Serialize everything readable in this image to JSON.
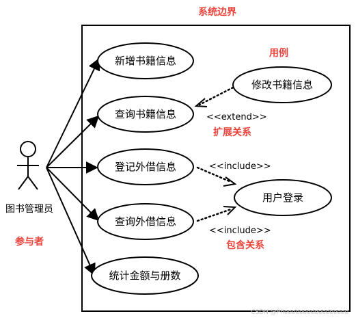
{
  "system_boundary_label": "系统边界",
  "use_case_label": "用例",
  "actor": {
    "name": "图书管理员",
    "label": "参与者"
  },
  "use_cases": {
    "add_book": "新增书籍信息",
    "modify_book": "修改书籍信息",
    "query_book": "查询书籍信息",
    "register_loan": "登记外借信息",
    "user_login": "用户登录",
    "query_loan": "查询外借信息",
    "statistics": "统计金额与册数"
  },
  "relations": {
    "extend": "<<extend>>",
    "extend_label": "扩展关系",
    "include_1": "<<include>>",
    "include_2": "<<include>>",
    "include_label": "包含关系"
  },
  "watermark": "CSDN @Pheeeeeeeeeeeeeeeee",
  "colors": {
    "annotation": "#e8453c",
    "line": "#000000"
  }
}
